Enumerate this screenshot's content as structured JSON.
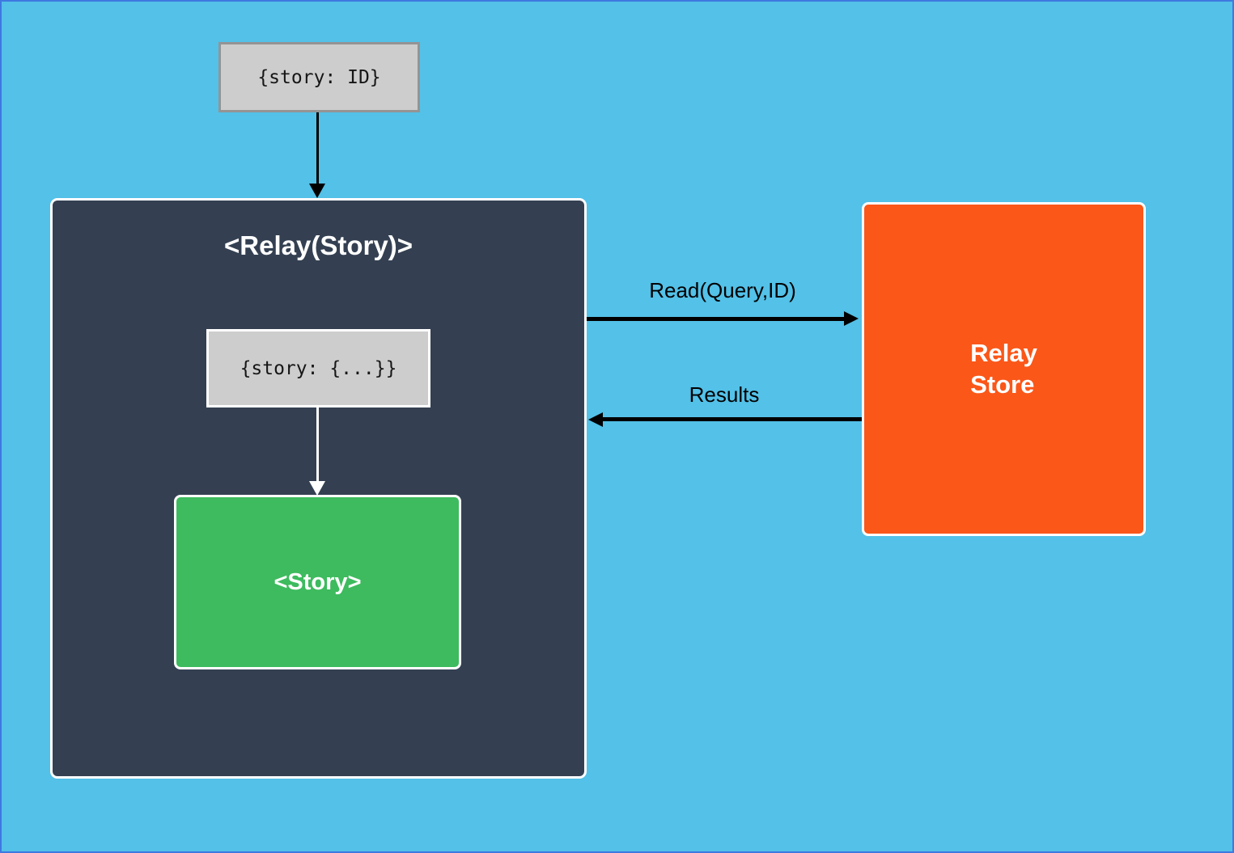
{
  "diagram": {
    "props_box": {
      "label": "{story: ID}"
    },
    "relay_container": {
      "title": "<Relay(Story)>"
    },
    "inner_props_box": {
      "label": "{story: {...}}"
    },
    "story_box": {
      "label": "<Story>"
    },
    "relay_store_box": {
      "label": "Relay\nStore"
    },
    "edges": {
      "read": {
        "label": "Read(Query,ID)"
      },
      "results": {
        "label": "Results"
      }
    },
    "colors": {
      "canvas_background": "#53c1e8",
      "frame_border": "#3e79e0",
      "relay_container_fill": "#344052",
      "story_fill": "#3dbb5e",
      "relay_store_fill": "#fa5719",
      "code_box_fill": "#cdcdcd",
      "code_box_border": "#949494",
      "box_border_white": "#ffffff",
      "arrow_color": "#000000"
    }
  }
}
